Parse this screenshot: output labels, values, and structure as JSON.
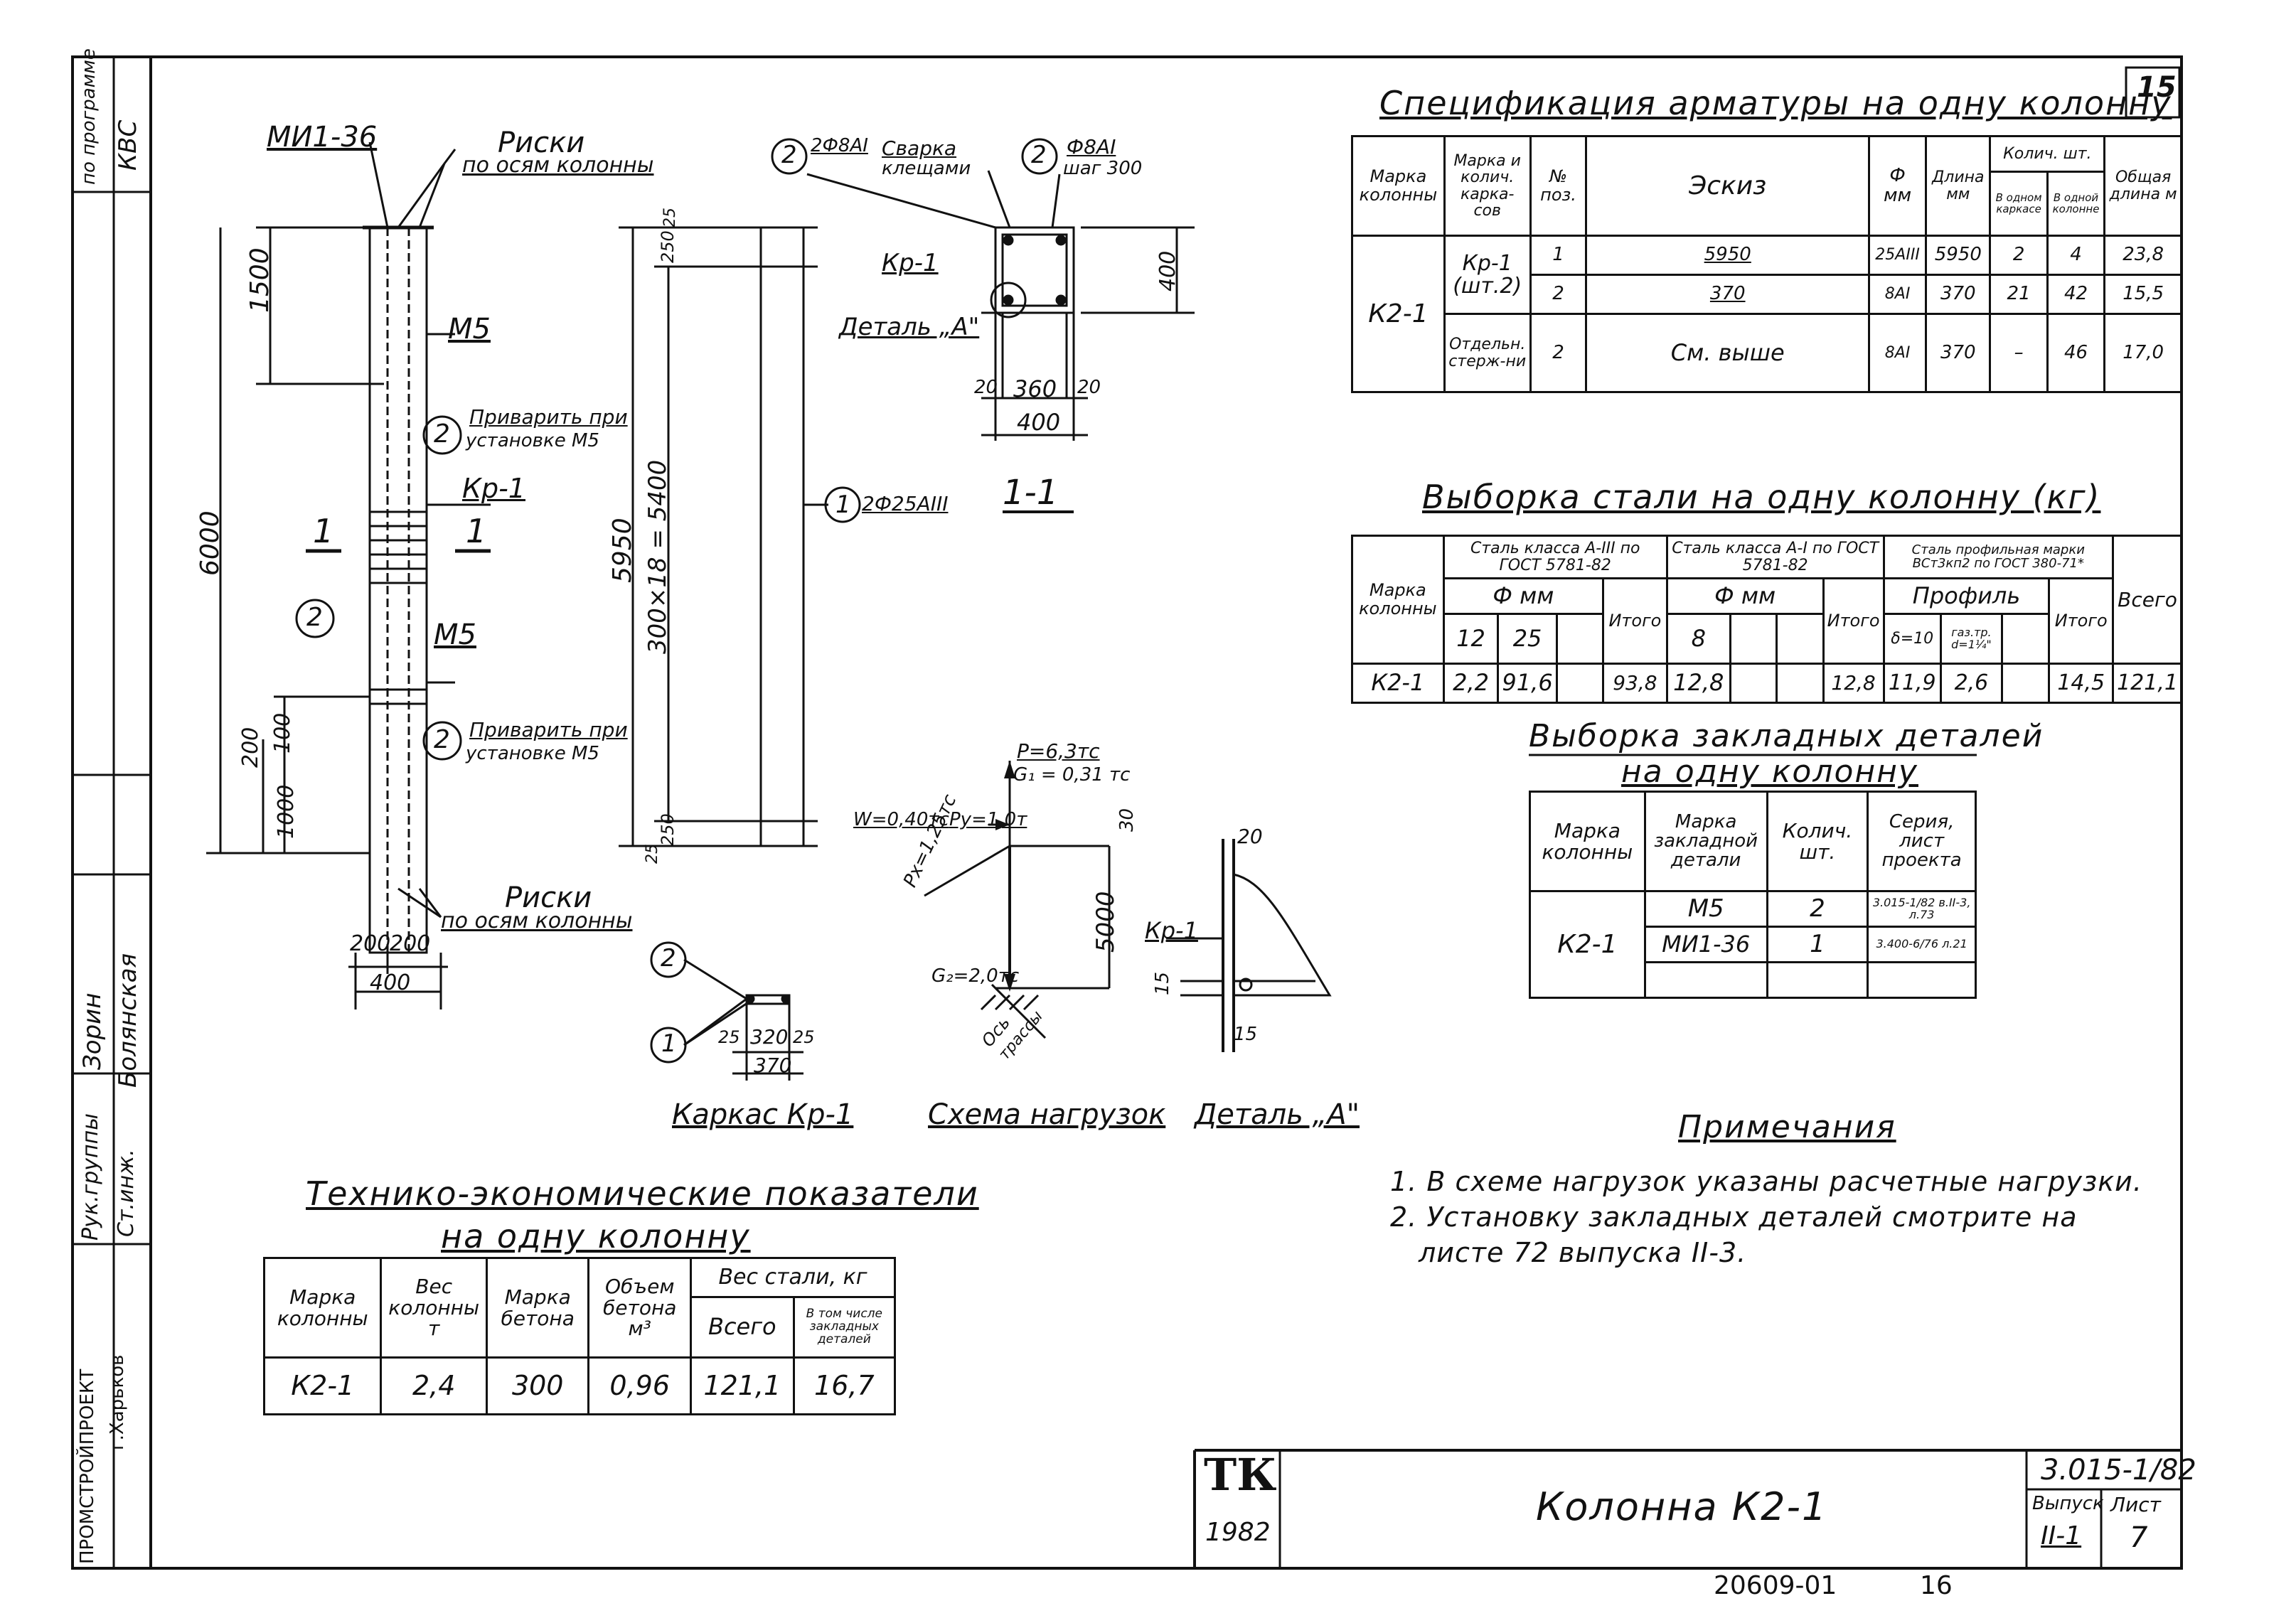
{
  "sheet_number": "15",
  "left_strip": {
    "top_cell_a": "по программе",
    "top_cell_b": "КВС",
    "role1": "Рук.группы",
    "name1": "Зорин",
    "role2": "Ст.инж.",
    "name2": "Болянская",
    "org_a": "ПРОМСТРОЙПРОЕКТ",
    "org_b": "г.Харьков"
  },
  "drawing_labels": {
    "mi136": "МИ1-36",
    "riski_top": "Риски",
    "riski_top2": "по осям колонны",
    "m5_top": "М5",
    "m5_bottom": "М5",
    "privarit1a": "Приварить при",
    "privarit1b": "установке М5",
    "privarit2a": "Приварить при",
    "privarit2b": "установке М5",
    "kr1": "Кр-1",
    "riski_bottom": "Риски",
    "riski_bottom2": "по осям колонны",
    "section_mark": "1",
    "circle2": "2",
    "circle1": "1",
    "dim_1500": "1500",
    "dim_6000": "6000",
    "dim_100": "100",
    "dim_200": "200",
    "dim_1000": "1000",
    "dim_200a": "200",
    "dim_200b": "200",
    "dim_400": "400",
    "dim_5950": "5950",
    "dim_300x18": "300×18 = 5400",
    "dim_250a": "250",
    "dim_25a": "25",
    "dim_250b": "250",
    "dim_25b": "25",
    "bar2_note": "2Ф8АI",
    "svarka_a": "Сварка",
    "svarka_b": "клещами",
    "bar_phi8": "Ф8АI",
    "bar_shag": "шаг 300",
    "bar_2f25": "2Ф25АIII",
    "detail_a": "Деталь „А\"",
    "sec_dim_400v": "400",
    "sec_dim_20a": "20",
    "sec_dim_360": "360",
    "sec_dim_20b": "20",
    "sec_dim_400h": "400",
    "sec_label": "1-1",
    "karkas_25a": "25",
    "karkas_320": "320",
    "karkas_25b": "25",
    "karkas_370": "370",
    "karkas_caption": "Каркас Кр-1",
    "load_p": "Р=6,3тс",
    "load_g1": "G₁ = 0,31 тс",
    "load_w": "W=0,40тс",
    "load_py": "Ру=1,0т",
    "load_30": "30",
    "load_px": "Рх=1,25тс",
    "load_5000": "5000",
    "load_g2": "G₂=2,0тс",
    "load_axis_a": "Ось",
    "load_axis_b": "трассы",
    "load_caption": "Схема нагрузок",
    "det_20": "20",
    "det_kr1": "Кр-1",
    "det_15a": "15",
    "det_15b": "15",
    "det_caption": "Деталь „А\""
  },
  "spec_table": {
    "title": "Спецификация арматуры на одну колонну",
    "headers": [
      "Марка колонны",
      "Марка и колич. карка-сов",
      "№ поз.",
      "Эскиз",
      "Ф мм",
      "Длина мм",
      "Колич. шт.",
      "В одном каркасе",
      "В одной колонне",
      "Общая длина м"
    ],
    "row1": {
      "mark": "К2-1",
      "karkas": "Кр-1",
      "karkas_qty": "(шт.2)",
      "pos": "1",
      "sketch": "5950",
      "phi": "25АIII",
      "len": "5950",
      "q1": "2",
      "q2": "4",
      "total": "23,8"
    },
    "row2": {
      "pos": "2",
      "sketch": "370",
      "phi": "8АI",
      "len": "370",
      "q1": "21",
      "q2": "42",
      "total": "15,5"
    },
    "row3": {
      "karkas": "Отдельн. стерж-ни",
      "pos": "2",
      "sketch": "См. выше",
      "phi": "8АI",
      "len": "370",
      "q1": "–",
      "q2": "46",
      "total": "17,0"
    }
  },
  "steel_table": {
    "title": "Выборка стали на одну колонну (кг)",
    "h_mark": "Марка колонны",
    "h_a3": "Сталь класса А-III по ГОСТ 5781-82",
    "h_a1": "Сталь класса А-I по ГОСТ 5781-82",
    "h_prof": "Сталь профильная марки ВСт3кп2 по ГОСТ 380-71*",
    "h_phi1": "Ф мм",
    "h_phi2": "Ф мм",
    "h_profil": "Профиль",
    "h_12": "12",
    "h_25": "25",
    "h_itogo1": "Итого",
    "h_8": "8",
    "h_itogo2": "Итого",
    "h_b10": "δ=10",
    "h_gaz": "газ.тр. d=1¼\"",
    "h_itogo3": "Итого",
    "h_vsego": "Всего",
    "row": {
      "mark": "К2-1",
      "v12": "2,2",
      "v25": "91,6",
      "it1": "93,8",
      "v8": "12,8",
      "it2": "12,8",
      "vb10": "11,9",
      "vgaz": "2,6",
      "it3": "14,5",
      "total": "121,1"
    }
  },
  "embed_table": {
    "title1": "Выборка закладных деталей",
    "title2": "на одну колонну",
    "headers": [
      "Марка колонны",
      "Марка закладной детали",
      "Колич. шт.",
      "Серия, лист проекта"
    ],
    "mark": "К2-1",
    "r1": {
      "det": "М5",
      "qty": "2",
      "ser": "3.015-1/82 в.II-3, л.73"
    },
    "r2": {
      "det": "МИ1-36",
      "qty": "1",
      "ser": "3.400-6/76 л.21"
    }
  },
  "notes": {
    "title": "Примечания",
    "n1": "1. В схеме нагрузок указаны расчетные нагрузки.",
    "n2a": "2. Установку закладных деталей смотрите на",
    "n2b": "листе 72 выпуска II-3."
  },
  "tech_table": {
    "title1": "Технико-экономические показатели",
    "title2": "на одну колонну",
    "headers": [
      "Марка колонны",
      "Вес колонны т",
      "Марка бетона",
      "Объем бетона м³",
      "Вес стали, кг",
      "Всего",
      "В том числе закладных деталей"
    ],
    "row": {
      "mark": "К2-1",
      "weight": "2,4",
      "concrete": "300",
      "volume": "0,96",
      "steel": "121,1",
      "embed": "16,7"
    }
  },
  "title_block": {
    "logo": "ТК",
    "year": "1982",
    "name": "Колонна К2-1",
    "code": "3.015-1/82",
    "vyp_label": "Выпуск",
    "vyp": "II-1",
    "list_label": "Лист",
    "list": "7"
  },
  "footer": {
    "archive": "20609-01",
    "page": "16"
  }
}
